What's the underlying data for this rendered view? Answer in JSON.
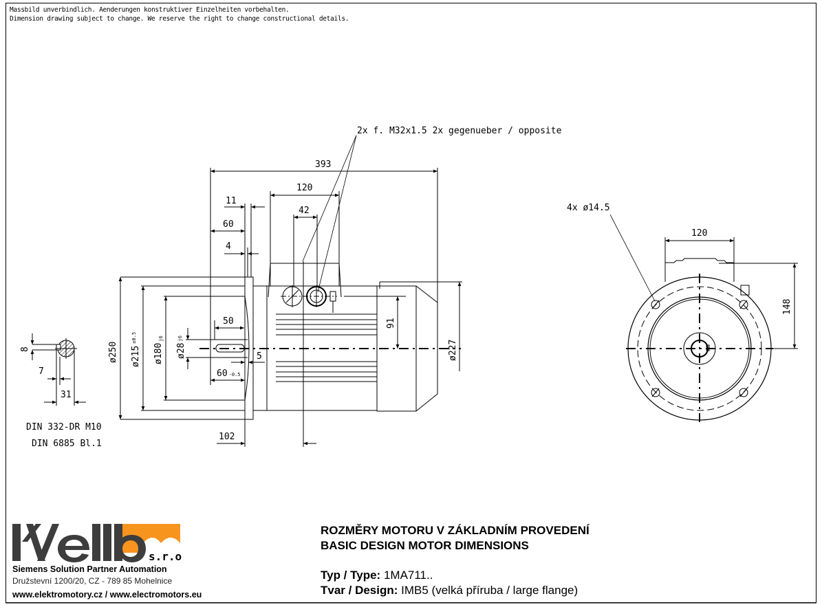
{
  "notes": {
    "de": "Massbild unverbindlich. Aenderungen konstruktiver Einzelheiten vorbehalten.",
    "en": "Dimension drawing subject to change. We reserve the right to change constructional details."
  },
  "side_view": {
    "cable_entry_note": "2x f. M32x1.5  2x gegenueber / opposite",
    "dimensions": {
      "overall_length": "393",
      "terminal_box_length": "120",
      "gland_spacing": "42",
      "flange_thickness_11": "11",
      "shaft_collar_60": "60",
      "spigot_4": "4",
      "key_length": "50",
      "shaft_length": "60",
      "shaft_length_tol": "-0.5",
      "shoulder_5": "5",
      "axis_to_box": "102",
      "flange_dia": "ø250",
      "pcd": "ø215",
      "pcd_tol": "±0.5",
      "spigot_dia": "ø180",
      "spigot_fit": "j6",
      "shaft_dia": "ø28",
      "shaft_fit": "j6",
      "centre_height_91": "91",
      "fan_cowl_dia": "ø227"
    }
  },
  "shaft_section": {
    "key_height": "8",
    "key_depth": "7",
    "shaft_height": "31",
    "standard_1": "DIN 332-DR M10",
    "standard_2": "DIN 6885 Bl.1"
  },
  "front_view": {
    "holes_note": "4x ø14.5",
    "box_width": "120",
    "box_height": "148"
  },
  "company": {
    "logo_text": "Kvelb",
    "logo_suffix": "s.r.o.",
    "partner": "Siemens Solution Partner Automation",
    "address": "Družstevní 1200/20, CZ - 789 85 Mohelnice",
    "web": "www.elektromotory.cz / www.electromotors.eu",
    "brand_orange": "#F7941D",
    "brand_gray": "#3D3D3D"
  },
  "title_block": {
    "title_cz": "ROZMĚRY MOTORU V ZÁKLADNÍM PROVEDENÍ",
    "title_en": "BASIC DESIGN MOTOR DIMENSIONS",
    "type_label": "Typ / Type:",
    "type_value": "1MA711..",
    "design_label": "Tvar / Design:",
    "design_value": "IMB5 (velká příruba / large flange)"
  }
}
